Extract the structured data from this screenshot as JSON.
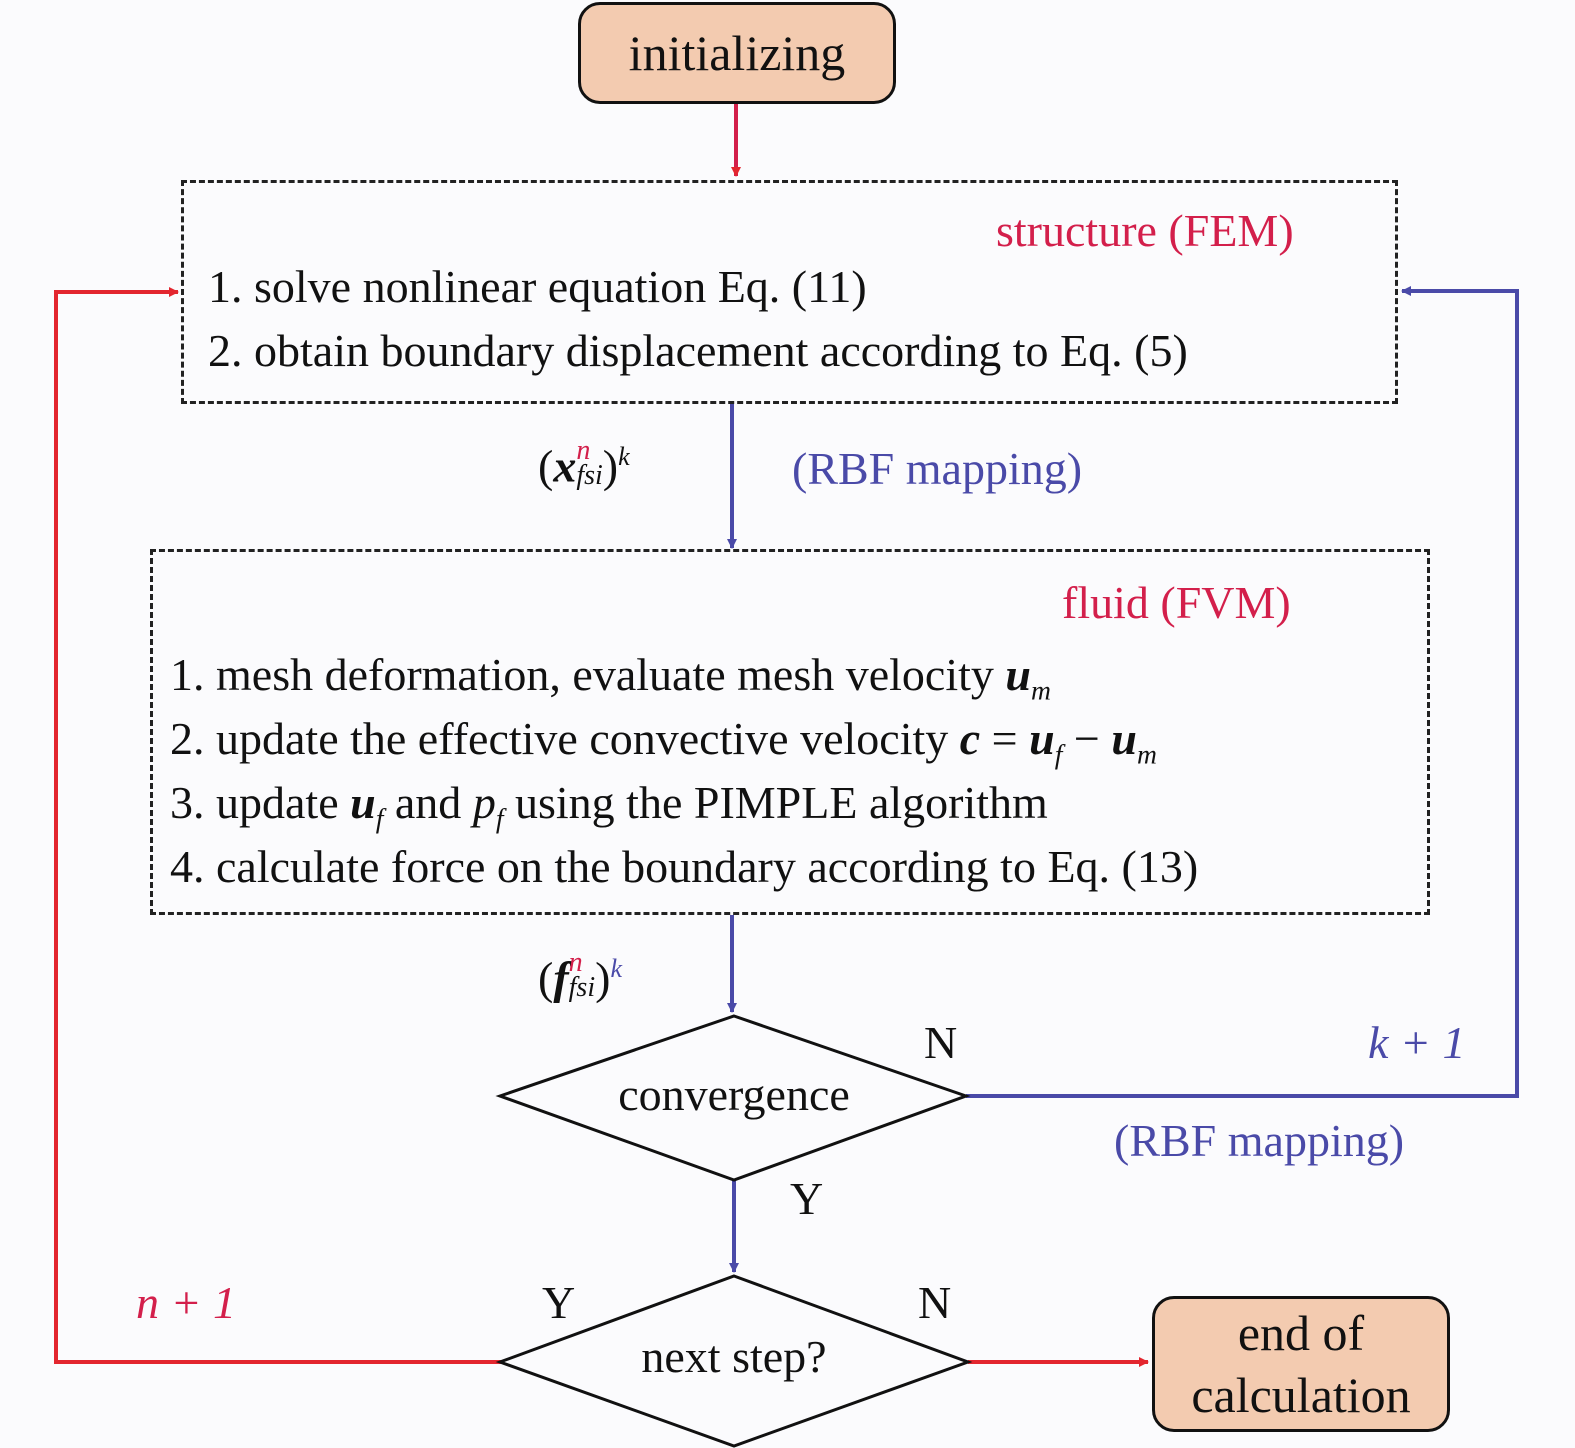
{
  "start": {
    "label": "initializing"
  },
  "structure": {
    "title": "structure (FEM)",
    "steps": [
      "1. solve nonlinear equation Eq. (11)",
      "2. obtain boundary displacement according to Eq. (5)"
    ]
  },
  "transfer_down": {
    "var_open": "(",
    "var_symbol": "x",
    "var_sup": "n",
    "var_sub": "fsi",
    "var_close": ")",
    "var_iter": "k",
    "mapping": "(RBF mapping)"
  },
  "fluid": {
    "title": "fluid (FVM)",
    "step1_text": "1. mesh deformation, evaluate mesh velocity ",
    "step1_var": "u",
    "step1_sub": "m",
    "step2_text": "2. update the effective convective velocity ",
    "step2_c": "c",
    "step2_eq": " = ",
    "step2_u1": "u",
    "step2_sub1": "f",
    "step2_minus": " − ",
    "step2_u2": "u",
    "step2_sub2": "m",
    "step3_a": "3. update ",
    "step3_u": "u",
    "step3_usub": "f",
    "step3_b": " and ",
    "step3_p": "p",
    "step3_psub": "f",
    "step3_c": " using the PIMPLE algorithm",
    "step4_text": "4. calculate force on the boundary according to Eq. (13)"
  },
  "transfer_force": {
    "var_open": "(",
    "var_symbol": "f",
    "var_sup": "n",
    "var_sub": "fsi",
    "var_close": ")",
    "var_iter": "k"
  },
  "convergence": {
    "label": "convergence",
    "no_label": "N",
    "yes_label": "Y",
    "loop_label": "k + 1",
    "mapping": "(RBF mapping)"
  },
  "next_step": {
    "label": "next step?",
    "yes_label": "Y",
    "no_label": "N",
    "loop_label": "n + 1"
  },
  "end": {
    "line1": "end of",
    "line2": "calculation"
  },
  "colors": {
    "red": "#d31f4b",
    "blue": "#4a4aa8",
    "terminal_fill": "#f3cbb0"
  }
}
